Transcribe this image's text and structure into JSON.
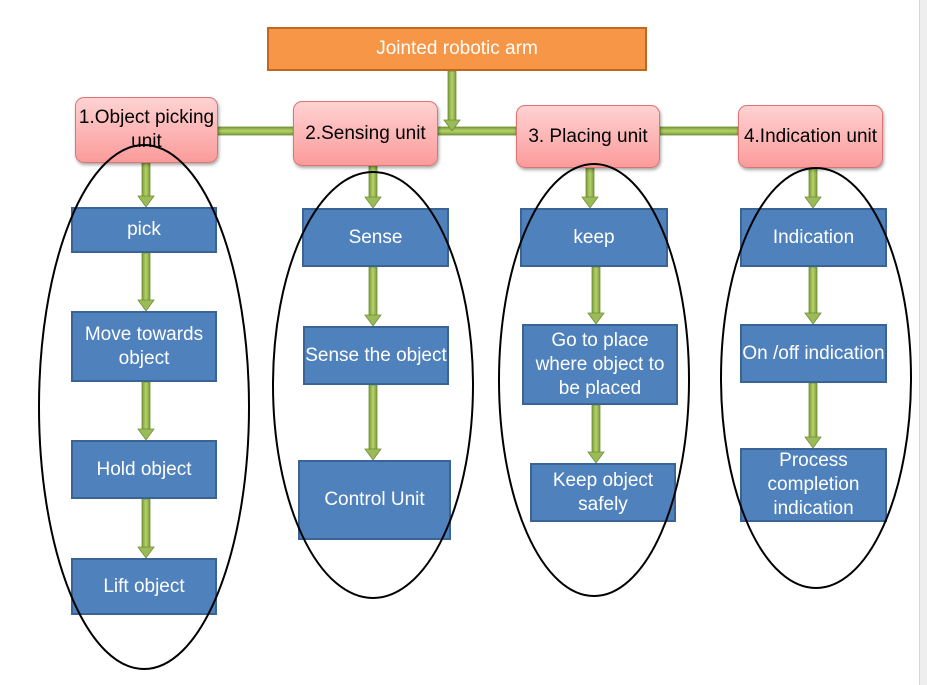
{
  "root": {
    "label": "Jointed robotic arm"
  },
  "units": [
    {
      "title": "1.Object picking unit",
      "steps": [
        "pick",
        "Move towards object",
        "Hold object",
        "Lift object"
      ]
    },
    {
      "title": "2.Sensing unit",
      "steps": [
        "Sense",
        "Sense the object",
        "Control Unit"
      ]
    },
    {
      "title": "3. Placing unit",
      "steps": [
        "keep",
        "Go to place where object to be placed",
        "Keep object safely"
      ]
    },
    {
      "title": "4.Indication unit",
      "steps": [
        "Indication",
        "On /off indication",
        "Process completion indication"
      ]
    }
  ],
  "colors": {
    "root_fill": "#f79646",
    "unit_fill": "#fb9b9b",
    "step_fill": "#4f81bd",
    "connector": "#9bbb59"
  }
}
